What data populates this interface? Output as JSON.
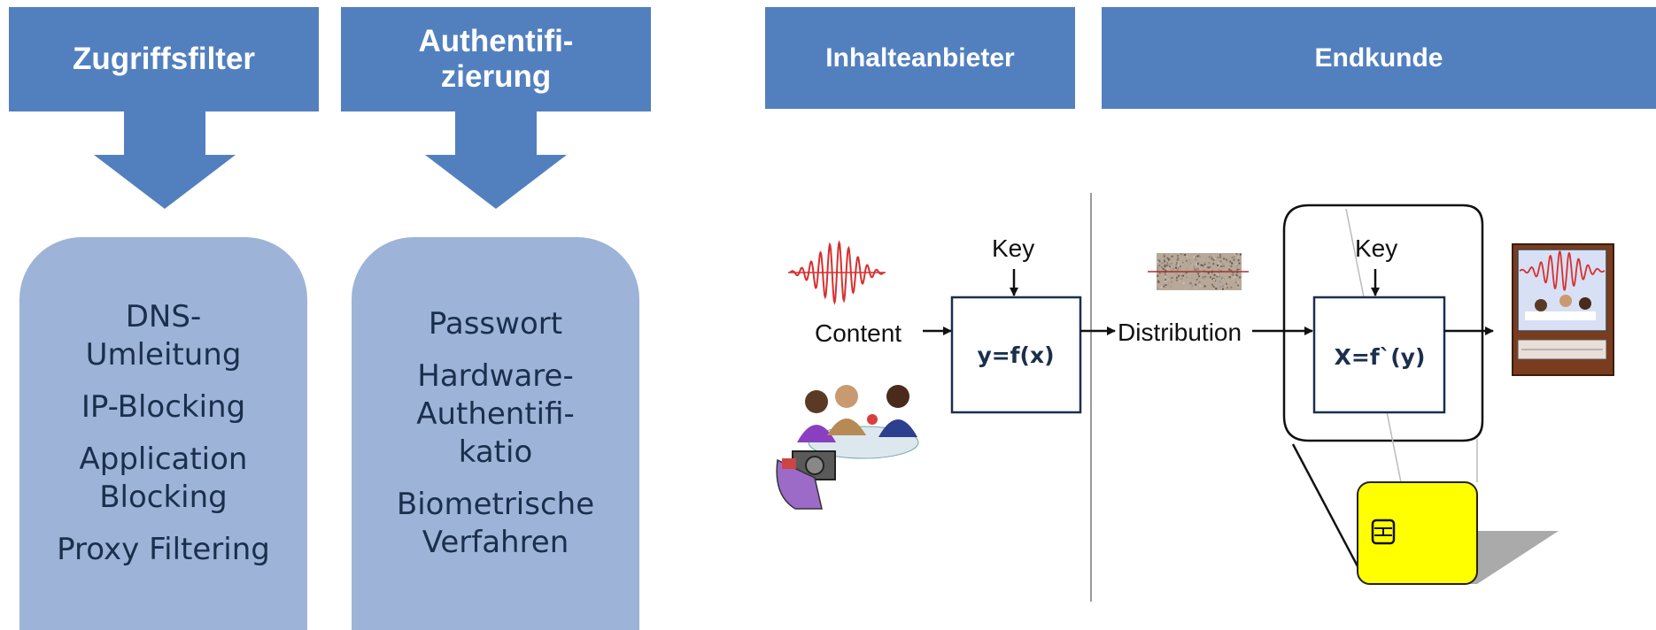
{
  "left": {
    "zugriffsfilter": {
      "title": "Zugriffsfilter",
      "items": [
        {
          "lines": [
            "DNS-",
            "Umleitung"
          ]
        },
        {
          "lines": [
            "IP-Blocking"
          ]
        },
        {
          "lines": [
            "Application",
            "Blocking"
          ]
        },
        {
          "lines": [
            "Proxy Filtering"
          ]
        }
      ]
    },
    "authentifizierung": {
      "title_lines": [
        "Authentifi-",
        "zierung"
      ],
      "items": [
        {
          "lines": [
            "Passwort"
          ]
        },
        {
          "lines": [
            "Hardware-",
            "Authentifi-",
            "katio"
          ]
        },
        {
          "lines": [
            "Biometrische",
            "Verfahren"
          ]
        }
      ]
    }
  },
  "right": {
    "headers": {
      "provider": "Inhalteanbieter",
      "customer": "Endkunde"
    },
    "flow": {
      "content_label": "Content",
      "key_left": "Key",
      "encrypt_formula": "y=f(x)",
      "distribution_label": "Distribution",
      "key_right": "Key",
      "decrypt_formula": "X=f`(y)"
    }
  },
  "colors": {
    "header_blue": "#5280bf",
    "panel_blue": "#9db3d8",
    "smartcard_yellow": "#ffff00",
    "signal_red": "#d83030"
  },
  "icons": [
    "arrow-down-icon",
    "sine-signal-icon",
    "noise-signal-icon",
    "video-meeting-clipart",
    "television-icon",
    "smartcard-chip-icon"
  ]
}
